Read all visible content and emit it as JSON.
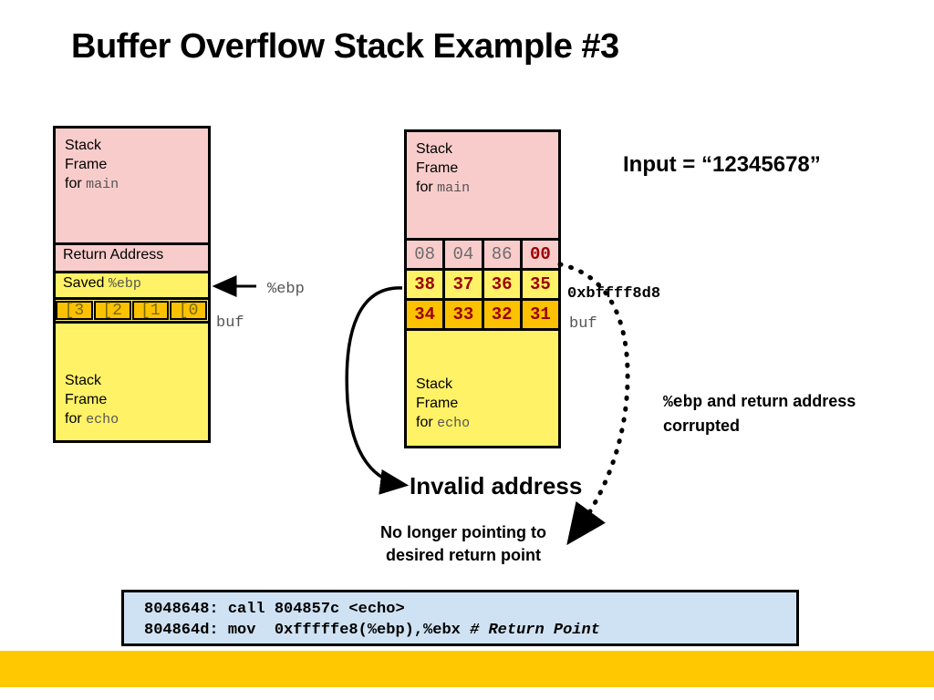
{
  "slide": {
    "title": "Buffer Overflow Stack Example #3"
  },
  "left_diagram": {
    "name": "before-overflow-stack",
    "main_frame": {
      "line1": "Stack",
      "line2": "Frame",
      "line3_prefix": "for ",
      "line3_mono": "main"
    },
    "return_address_label": "Return Address",
    "saved_ebp_prefix": "Saved ",
    "saved_ebp_mono": "%ebp",
    "buf_cells": [
      "[3",
      "[2",
      "[1",
      "[0"
    ],
    "buf_label": "buf",
    "echo_frame": {
      "line1": "Stack",
      "line2": "Frame",
      "line3_prefix": "for ",
      "line3_mono": "echo"
    },
    "ebp_pointer_label": "%ebp"
  },
  "right_diagram": {
    "name": "after-overflow-stack",
    "main_frame": {
      "line1": "Stack",
      "line2": "Frame",
      "line3_prefix": "for ",
      "line3_mono": "main"
    },
    "return_address_bytes": [
      "08",
      "04",
      "86",
      "00"
    ],
    "return_address_byte_styles": [
      "dim",
      "dim",
      "dim",
      "hot"
    ],
    "saved_ebp_bytes": [
      "38",
      "37",
      "36",
      "35"
    ],
    "buf_bytes": [
      "34",
      "33",
      "32",
      "31"
    ],
    "address_label": "0xbffff8d8",
    "buf_label": "buf",
    "echo_frame": {
      "line1": "Stack",
      "line2": "Frame",
      "line3_prefix": "for ",
      "line3_mono": "echo"
    }
  },
  "annotations": {
    "input_label": "Input = “12345678”",
    "corrupted_line1_mono": "%ebp",
    "corrupted_line1_rest": " and return address",
    "corrupted_line2": "corrupted",
    "invalid_address": "Invalid address",
    "no_longer_line1": "No longer pointing to",
    "no_longer_line2": "desired return point"
  },
  "code_box": {
    "line1": "8048648: call 804857c <echo>",
    "line2_pre": "804864d: mov  0xfffffe8(%ebp),%ebx ",
    "line2_comment": "# Return Point"
  },
  "colors": {
    "pink": "#f9cccc",
    "yellow": "#fff267",
    "gold": "#fcc200",
    "code_bg": "#cfe2f3",
    "footer": "#ffc800",
    "hot_text": "#9c0000"
  }
}
